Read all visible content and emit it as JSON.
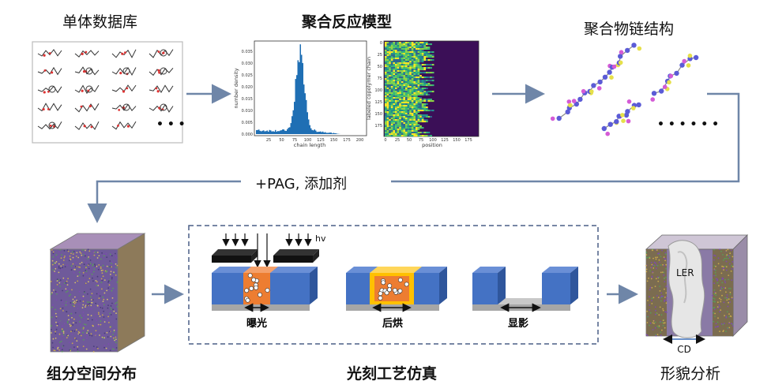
{
  "stages": {
    "monomer_library": "单体数据库",
    "polymerization_model": "聚合反应模型",
    "chain_structure": "聚合物链结构",
    "composition_space": "组分空间分布",
    "lithography_sim": "光刻工艺仿真",
    "morphology": "形貌分析"
  },
  "additive_label": "+PAG, 添加剂",
  "ellipsis": "• • •",
  "chain_ellipsis": "• • •   • • •",
  "histogram": {
    "xlabel": "chain length",
    "ylabel": "number density",
    "xticks": [
      "25",
      "50",
      "75",
      "100",
      "125",
      "150",
      "175",
      "200"
    ],
    "yticks": [
      "0.000",
      "0.005",
      "0.010",
      "0.015",
      "0.020",
      "0.025",
      "0.030",
      "0.035"
    ]
  },
  "heatmap": {
    "xlabel": "position",
    "ylabel": "labeled copolymer chain",
    "xticks": [
      "0",
      "25",
      "50",
      "75",
      "100",
      "125",
      "150",
      "175"
    ],
    "yticks": [
      "0",
      "25",
      "50",
      "75",
      "100",
      "125",
      "150",
      "175"
    ]
  },
  "process": {
    "hv_label": "hv",
    "exposure": "曝光",
    "post_bake": "后烘",
    "develop": "显影"
  },
  "morph": {
    "ler_label": "LER",
    "cd_label": "CD"
  },
  "colors": {
    "arrow": "#6f86a8",
    "resist_blue": "#4472c4",
    "exposed_orange": "#ed7d31",
    "baked_yellow": "#ffc000",
    "substrate_gray": "#a6a6a6",
    "heatmap_purple": "#3b0f57"
  }
}
